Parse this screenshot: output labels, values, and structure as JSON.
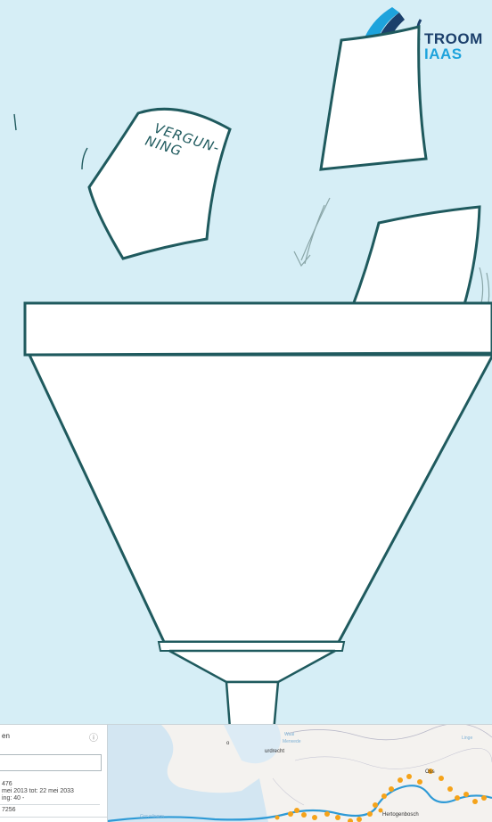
{
  "logo": {
    "line1": "TROOM",
    "line2": "IAAS",
    "colors": {
      "dark": "#1b3f6b",
      "accent": "#1ea3dc"
    }
  },
  "illustration": {
    "document_label_line1": "VERGUN-",
    "document_label_line2": "NING",
    "background_color": "#d6eef6",
    "stroke_color": "#1f5a5e",
    "icons": [
      "funnel-icon",
      "document-icon",
      "arrow-icon"
    ]
  },
  "map_panel": {
    "title": "en",
    "info_icon": "ⓘ",
    "search_value": "",
    "result1_line1": "476",
    "result1_line2": "mei 2013 tot: 22 mei 2033",
    "result1_line3": "ing: 40 -",
    "result2_line1": "7256"
  },
  "map": {
    "labels": {
      "dordrecht": "urdrecht",
      "oss": "Oss",
      "hertogenbosch": "Hertogenbosch",
      "linge": "Linge",
      "grevelingen": "Grevelingen",
      "waal": "Waal",
      "merwede": "Merwede",
      "o_label": "o"
    },
    "colors": {
      "river": "#2e9ad6",
      "marker": "#f5a31a",
      "land": "#f4f2ef",
      "water": "#d3e6f2"
    }
  }
}
